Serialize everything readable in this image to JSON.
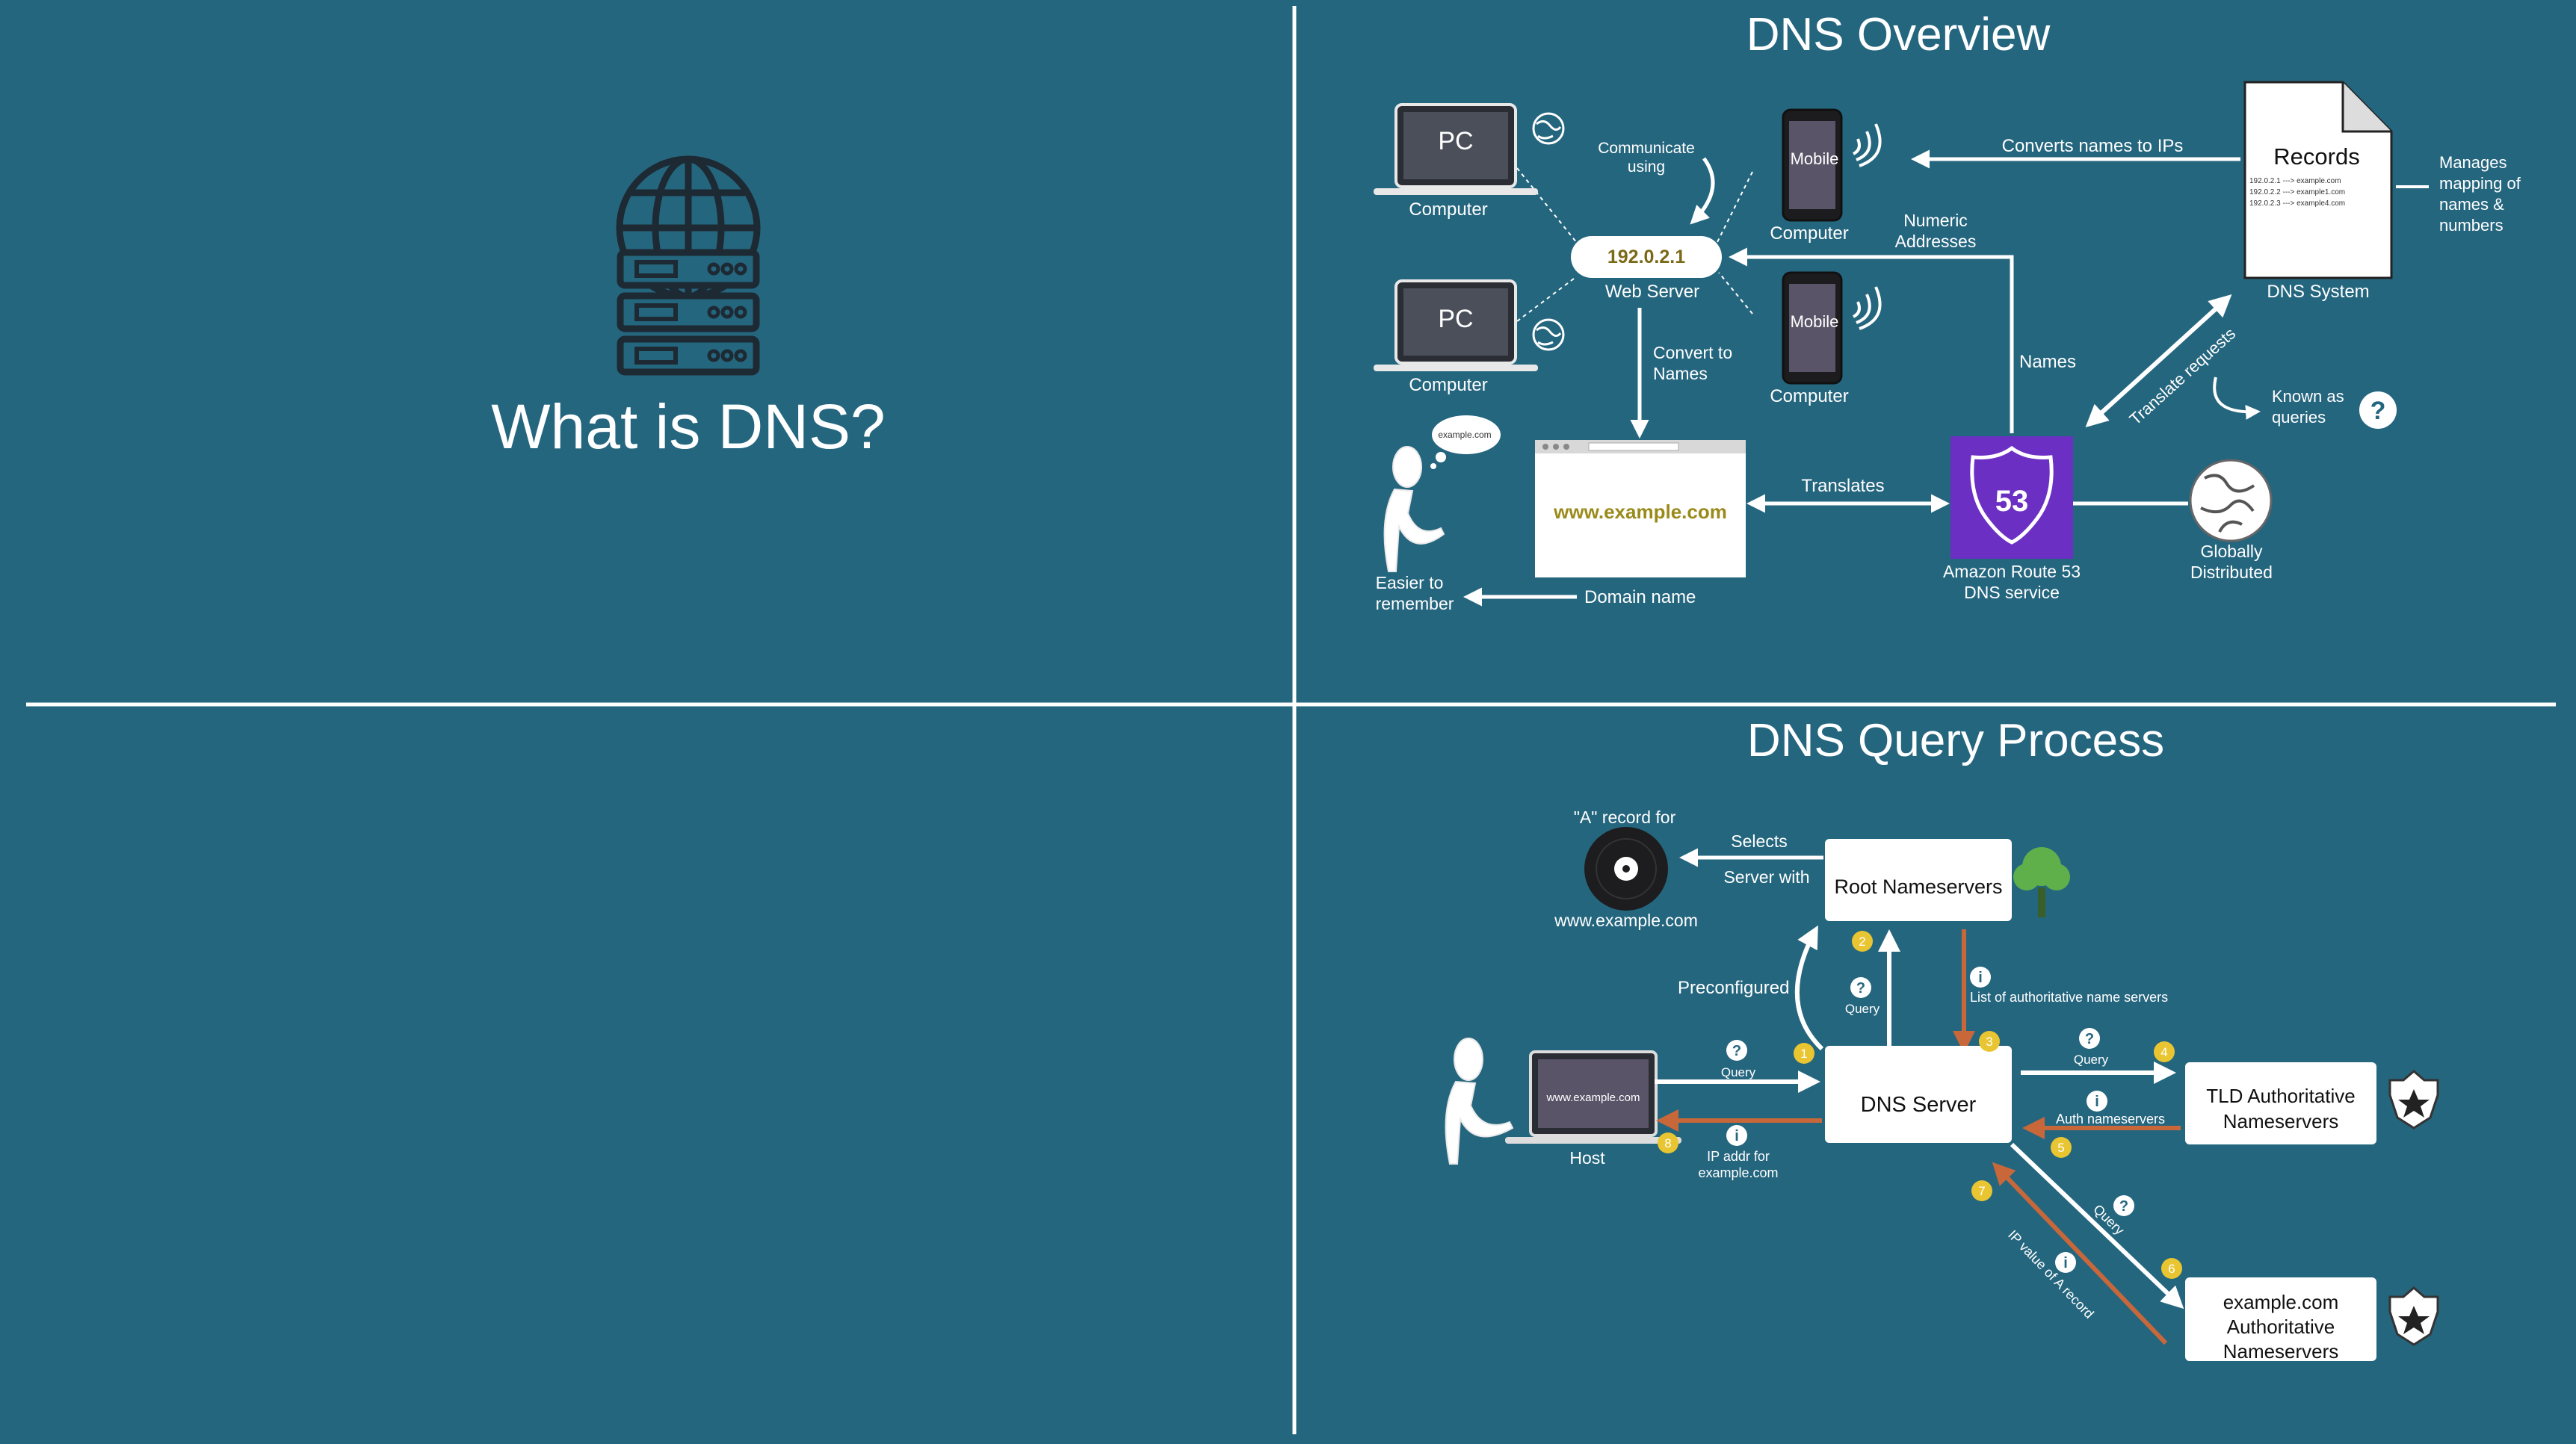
{
  "colors": {
    "background": "#25667f",
    "line": "#ffffff",
    "arrow_white": "#ffffff",
    "arrow_orange": "#c8683a",
    "route53": "#6b2fc4",
    "step_badge": "#e8c531",
    "tree": "#5fb04a"
  },
  "left": {
    "title": "What is DNS?",
    "icon": "globe-server-icon"
  },
  "overview": {
    "title": "DNS Overview",
    "pc_label": "PC",
    "computer_label": "Computer",
    "mobile_label": "Mobile",
    "communicate_using": [
      "Communicate",
      "using"
    ],
    "ip_address": "192.0.2.1",
    "web_server": "Web Server",
    "numeric_addresses": [
      "Numeric",
      "Addresses"
    ],
    "converts_names": "Converts names to IPs",
    "records_title": "Records",
    "records_lines": [
      "192.0.2.1 ---> example.com",
      "192.0.2.2 ---> example1.com",
      "192.0.2.3 ---> example4.com"
    ],
    "dns_system": "DNS System",
    "manages": [
      "Manages",
      "mapping of",
      "names &",
      "numbers"
    ],
    "convert_to_names": [
      "Convert to",
      "Names"
    ],
    "names": "Names",
    "translate_requests": "Translate requests",
    "known_as_queries": [
      "Known as",
      "queries"
    ],
    "thought_bubble": "example.com",
    "browser_url": "www.example.com",
    "translates": "Translates",
    "route53_label": "53",
    "route53_caption": [
      "Amazon Route 53",
      "DNS service"
    ],
    "globally_distributed": [
      "Globally",
      "Distributed"
    ],
    "easier_to_remember": [
      "Easier to",
      "remember"
    ],
    "domain_name": "Domain name"
  },
  "query": {
    "title": "DNS Query Process",
    "a_record_for": "\"A\" record for",
    "www_example": "www.example.com",
    "selects": "Selects",
    "server_with": "Server with",
    "root_nameservers": "Root Nameservers",
    "preconfigured": "Preconfigured",
    "query": "Query",
    "list_auth": "List of authoritative name servers",
    "host_screen": "www.example.com",
    "host": "Host",
    "dns_server": "DNS Server",
    "tld_auth": [
      "TLD Authoritative",
      "Nameservers"
    ],
    "auth_nameservers": "Auth nameservers",
    "ip_addr_for": [
      "IP addr for",
      "example.com"
    ],
    "example_auth": [
      "example.com",
      "Authoritative",
      "Nameservers"
    ],
    "ip_value": "IP value of A record",
    "steps": [
      "1",
      "2",
      "3",
      "4",
      "5",
      "6",
      "7",
      "8"
    ]
  }
}
